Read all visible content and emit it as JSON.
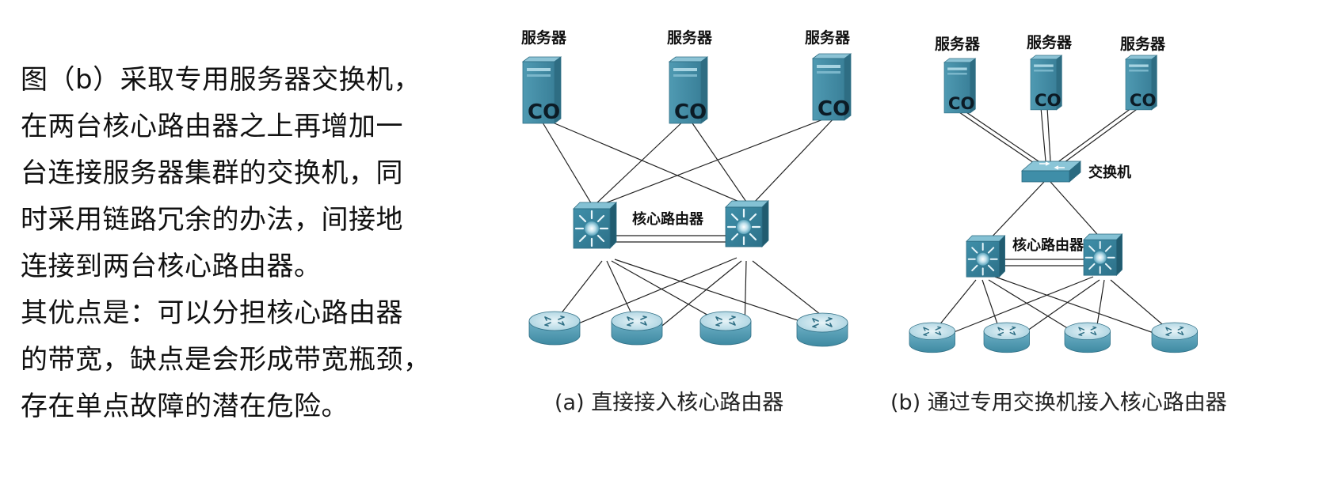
{
  "description_text": {
    "lines": [
      "图（b）采取专用服务器交换机，",
      "在两台核心路由器之上再增加一",
      "台连接服务器集群的交换机，同",
      "时采用链路冗余的办法，间接地",
      "连接到两台核心路由器。",
      "其优点是：可以分担核心路由器",
      "的带宽，缺点是会形成带宽瓶颈，",
      "存在单点故障的潜在危险。"
    ]
  },
  "diagram_a": {
    "server_labels": [
      "服务器",
      "服务器",
      "服务器"
    ],
    "server_badge": "CO",
    "core_label": "核心路由器",
    "caption": "(a) 直接接入核心路由器"
  },
  "diagram_b": {
    "server_labels": [
      "服务器",
      "服务器",
      "服务器"
    ],
    "server_badge": "CO",
    "switch_label": "交换机",
    "core_label": "核心路由器",
    "caption": "(b) 通过专用交换机接入核心路由器"
  },
  "colors": {
    "device_teal": "#3d8aa3",
    "device_dark": "#2a6a80",
    "device_light": "#7fbdd2",
    "router_top": "#c9e3ec",
    "link": "#222222"
  }
}
